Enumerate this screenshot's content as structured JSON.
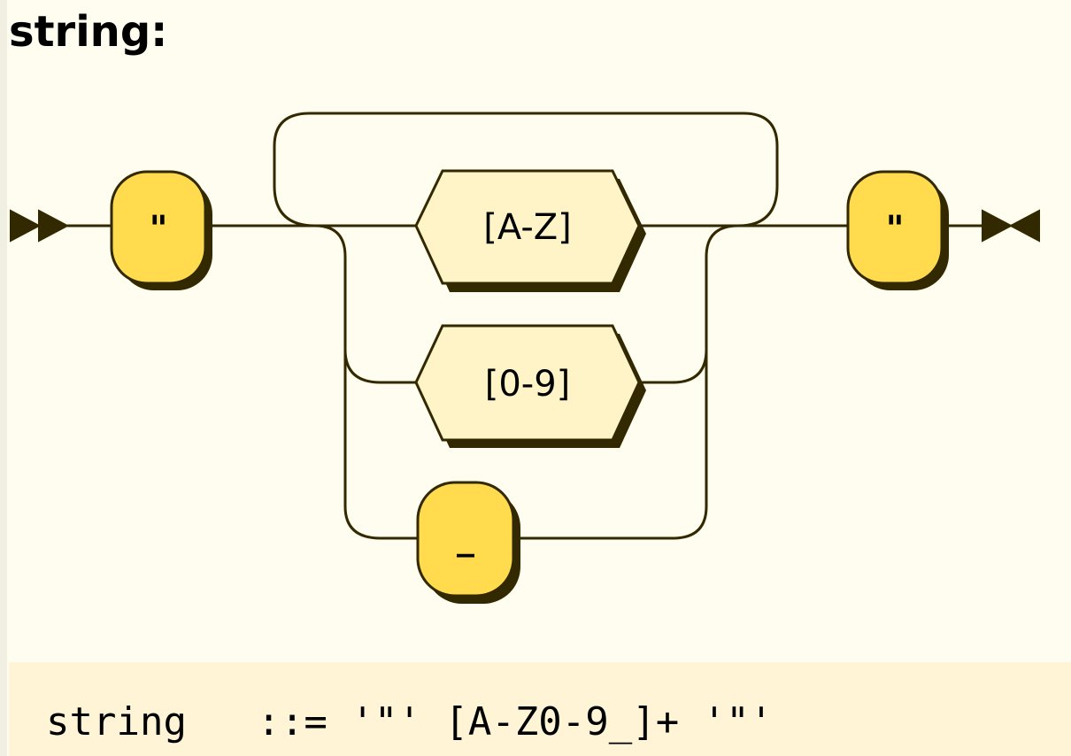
{
  "title": "string:",
  "diagram": {
    "start_quote": "\"",
    "end_quote": "\"",
    "choices": [
      "[A-Z]",
      "[0-9]",
      "_"
    ],
    "colors": {
      "terminal_fill": "#FFDB4D",
      "class_fill": "#FFF4C7",
      "stroke": "#332900",
      "background": "#FFFCF0"
    }
  },
  "ebnf": "string   ::= '\"' [A-Z0-9_]+ '\"'"
}
